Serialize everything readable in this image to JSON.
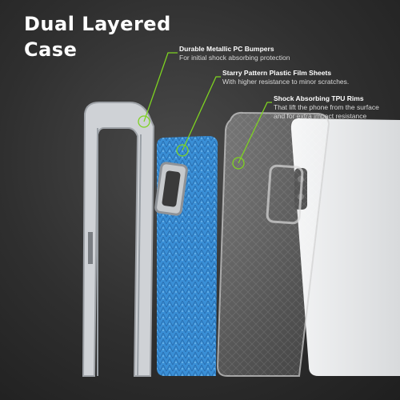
{
  "title": {
    "line1": "Dual Layered",
    "line2": "Case"
  },
  "callouts": [
    {
      "heading": "Durable Metallic PC Bumpers",
      "lines": [
        "For initial shock absorbing protection"
      ]
    },
    {
      "heading": "Starry Pattern Plastic Film Sheets",
      "lines": [
        "With higher resistance to minor scratches."
      ]
    },
    {
      "heading": "Shock Absorbing TPU Rims",
      "lines": [
        "That lift the phone from the surface",
        "and for extra impact resistance"
      ]
    }
  ],
  "colors": {
    "accent": "#7ed321",
    "film": "#3a8fd6",
    "bumper": "#cfd2d6",
    "phone": "#e6e7e9"
  }
}
